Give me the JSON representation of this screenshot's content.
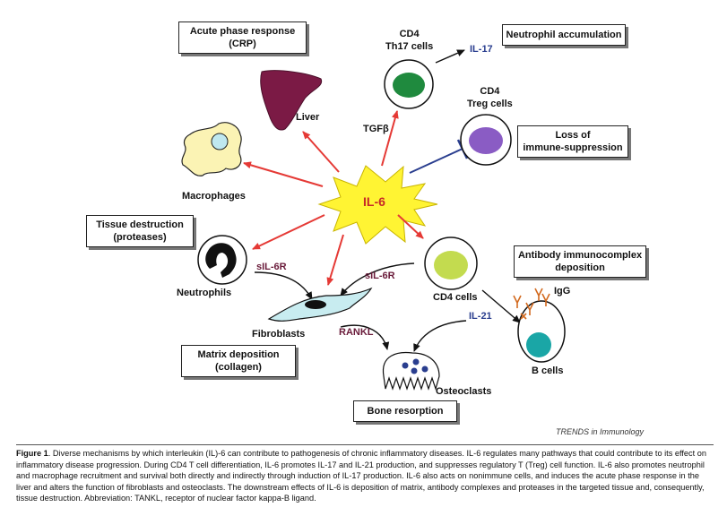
{
  "center": "IL-6",
  "boxes": {
    "acute_phase": [
      "Acute phase response",
      "(CRP)"
    ],
    "neutrophil_accumulation": [
      "Neutrophil accumulation"
    ],
    "loss_immune": [
      "Loss of",
      "immune-suppression"
    ],
    "tissue_destruction": [
      "Tissue destruction",
      "(proteases)"
    ],
    "antibody": [
      "Antibody immunocomplex",
      "deposition"
    ],
    "matrix": [
      "Matrix deposition",
      "(collagen)"
    ],
    "bone": [
      "Bone resorption"
    ]
  },
  "cells": {
    "liver": "Liver",
    "macrophages": "Macrophages",
    "th17": [
      "CD4",
      "Th17 cells"
    ],
    "treg": [
      "CD4",
      "Treg cells"
    ],
    "neutrophils": "Neutrophils",
    "cd4": "CD4 cells",
    "fibroblasts": "Fibroblasts",
    "osteoclasts": "Osteoclasts",
    "bcells": "B cells",
    "igg": "IgG"
  },
  "molecules": {
    "il17": "IL-17",
    "tgfb": "TGFβ",
    "sil6r_left": "sIL-6R",
    "sil6r_right": "sIL-6R",
    "rankl": "RANKL",
    "il21": "IL-21"
  },
  "source": "TRENDS in Immunology",
  "caption": {
    "label": "Figure 1",
    "text": ". Diverse mechanisms by which interleukin (IL)-6 can contribute to pathogenesis of chronic inflammatory diseases. IL-6 regulates many pathways that could contribute to its effect on inflammatory disease progression. During CD4 T cell differentiation, IL-6 promotes IL-17 and IL-21 production, and suppresses regulatory T (Treg) cell function. IL-6 also promotes neutrophil and macrophage recruitment and survival both directly and indirectly through induction of IL-17 production. IL-6 also acts on nonimmune cells, and induces the acute phase response in the liver and alters the function of fibroblasts and osteoclasts. The downstream effects of IL-6 is deposition of matrix, antibody complexes and proteases in the targeted tissue and, consequently, tissue destruction. Abbreviation: TANKL, receptor of nuclear factor kappa-B ligand."
  },
  "colors": {
    "red_arrow": "#e53935",
    "blue_text": "#2a3e8f",
    "molecule_purple": "#6a1b3a",
    "liver": "#7b1a45",
    "th17_nucleus": "#1f8a3e",
    "treg_nucleus": "#8a5cc4",
    "cd4_nucleus": "#c3db4f",
    "bcell_nucleus": "#1aa6a6",
    "fibroblast": "#c8ecf0",
    "macrophage": "#fbf3b4",
    "star": "#fff433"
  }
}
